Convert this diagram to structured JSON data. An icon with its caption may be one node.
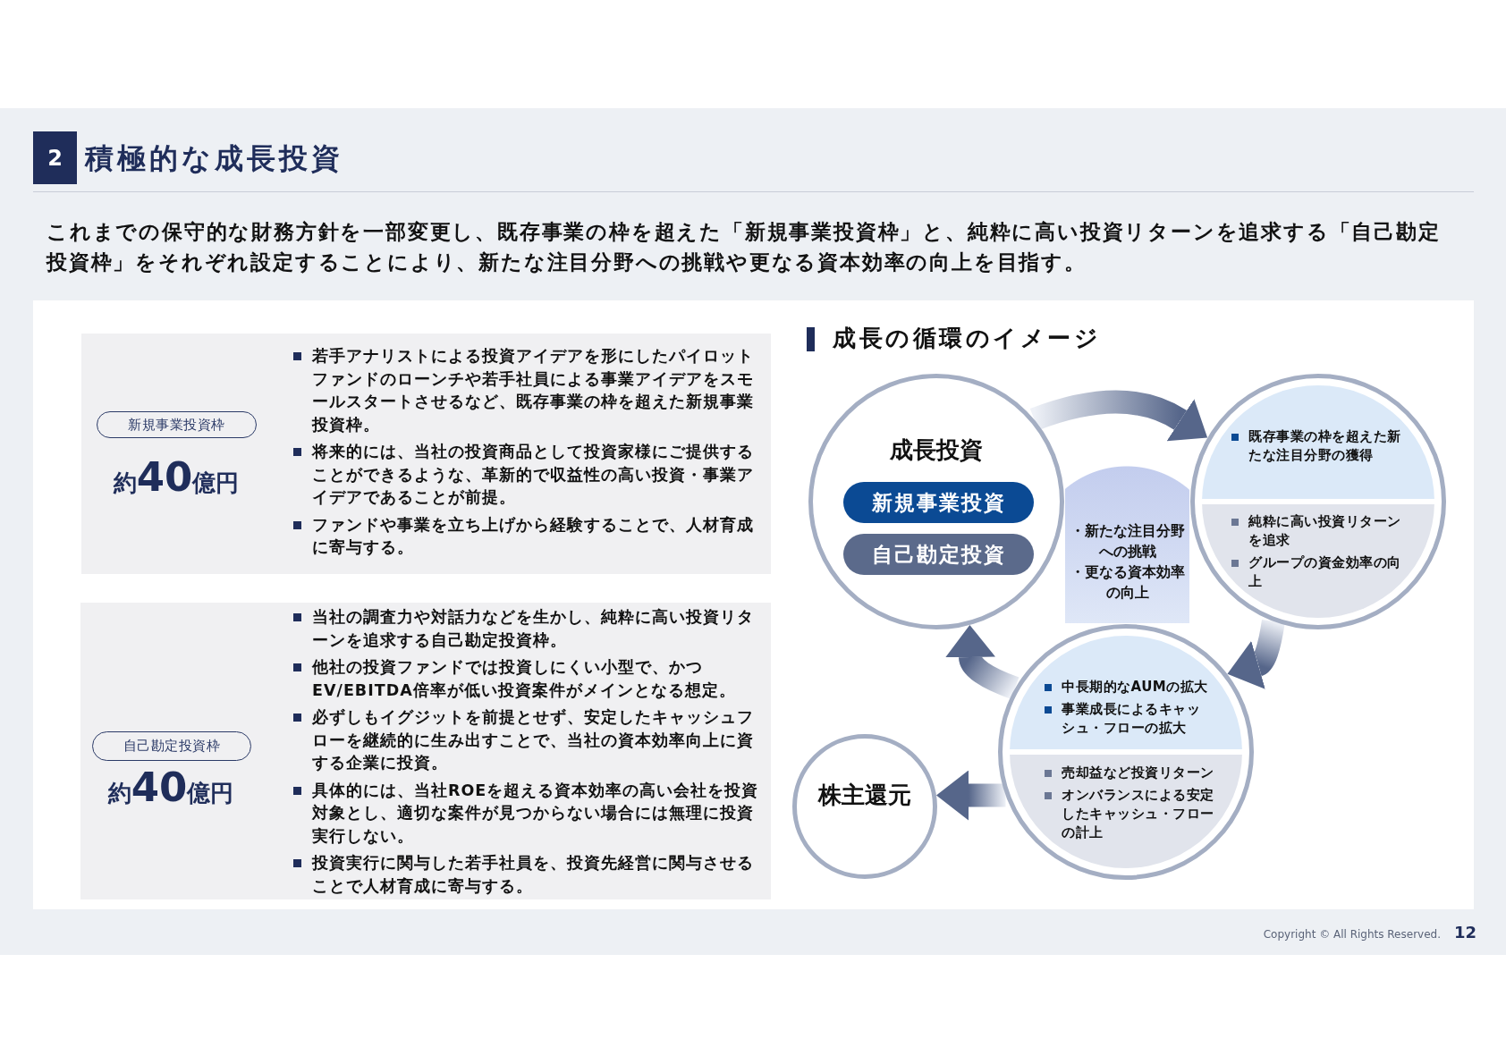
{
  "diagram": {
    "title": "積極的な成長投資",
    "nodes": [
      {
        "text": [
          "約40億円",
          "若手アナリストによる投資アイデアを形にしたパイロットファンドのローンチや若手社員による事業アイデアをスモールスタートさせるなど、既存事業の枠を超えた新規事業投資枠。",
          "将来的には、当社の投資商品として投資家様にご提供することができるような、革新的で収益性の高い投資・事業アイデアであることが前提。",
          "ファンドや事業を立ち上げから経験することで、人材育成に寄与する。"
        ]
      },
      {
        "text": [
          "新規事業投資枠"
        ],
        "in": 0
      },
      {
        "text": [
          "約40億円",
          "当社の調査力や対話力などを生かし、純粋に高い投資リターンを追求する自己勘定投資枠。",
          "他社の投資ファンドでは投資しにくい小型で、かつEV/EBITDA倍率が低い投資案件がメインとなる想定。",
          "必ずしもイグジットを前提とせず、安定したキャッシュフローを継続的に生み出すことで、当社の資本効率向上に資する企業に投資。",
          "具体的には、当社ROEを超える資本効率の高い会社を投資対象とし、適切な案件が見つからない場合には無理に投資実行しない。",
          "投資実行に関与した若手社員を、投資先経営に関与させることで人材育成に寄与する。"
        ]
      },
      {
        "text": [
          "自己勘定投資枠"
        ],
        "in": 2
      },
      {
        "text": [
          "成長投資"
        ]
      },
      {
        "text": [
          "新規事業投資"
        ],
        "in": 4
      },
      {
        "text": [
          "自己勘定投資"
        ],
        "in": 4
      },
      {
        "text": [
          "・新たな注目分野への挑戦",
          "・更なる資本効率の向上"
        ]
      },
      {
        "text": [],
        "shape": "circle"
      },
      {
        "text": [
          "既存事業の枠を超えた新たな注目分野の獲得"
        ],
        "in": 8
      },
      {
        "text": [
          "純粋に高い投資リターンを追求",
          "グループの資金効率の向上"
        ],
        "in": 8
      },
      {
        "text": [],
        "shape": "circle"
      },
      {
        "text": [
          "中長期的なAUMの拡大",
          "事業成長によるキャッシュ・フローの拡大"
        ],
        "in": 11
      },
      {
        "text": [
          "売却益など投資リターン",
          "オンバランスによる安定したキャッシュ・フローの計上"
        ],
        "in": 11
      },
      {
        "text": [
          "株主還元"
        ]
      }
    ],
    "edges": [
      {
        "from": 4,
        "to": 8,
        "arrow": "to"
      },
      {
        "from": 8,
        "to": 11,
        "arrow": "to"
      },
      {
        "from": 11,
        "to": 4,
        "arrow": "to"
      },
      {
        "from": 11,
        "to": 14,
        "arrow": "to"
      }
    ],
    "labels": [
      "2",
      "これまでの保守的な財務方針を一部変更し、既存事業の枠を超えた「新規事業投資枠」と、純粋に高い投資リターンを追求する「自己勘定投資枠」をそれぞれ設定することにより、新たな注目分野への挑戦や更なる資本効率の向上を目指す。",
      "成長の循環のイメージ",
      "Copyright © All Rights Reserved.",
      "12"
    ]
  }
}
